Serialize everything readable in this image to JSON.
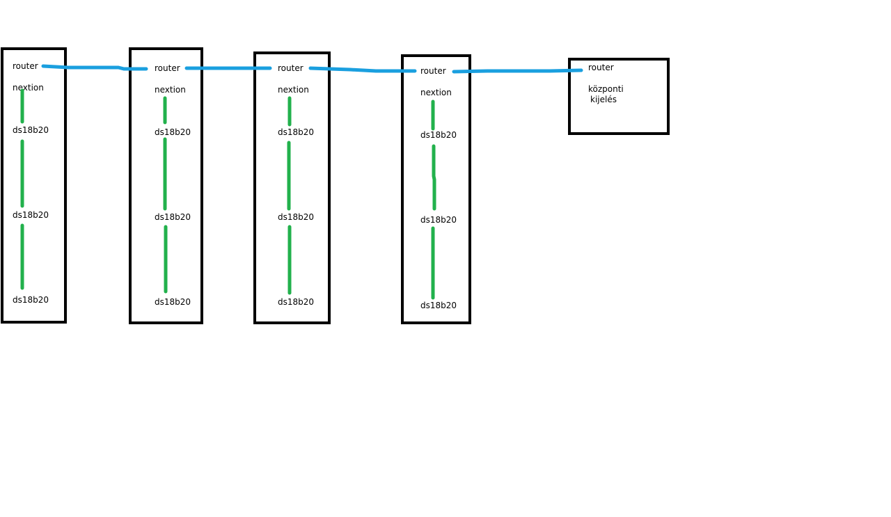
{
  "colors": {
    "wire": "#1a9fdf",
    "sensor_link": "#22b14c",
    "box_border": "#000000",
    "background": "#ffffff"
  },
  "nodes": [
    {
      "router": "router",
      "display": "nextion",
      "sensors": [
        "ds18b20",
        "ds18b20",
        "ds18b20"
      ]
    },
    {
      "router": "router",
      "display": "nextion",
      "sensors": [
        "ds18b20",
        "ds18b20",
        "ds18b20"
      ]
    },
    {
      "router": "router",
      "display": "nextion",
      "sensors": [
        "ds18b20",
        "ds18b20",
        "ds18b20"
      ]
    },
    {
      "router": "router",
      "display": "nextion",
      "sensors": [
        "ds18b20",
        "ds18b20",
        "ds18b20"
      ]
    }
  ],
  "central": {
    "router": "router",
    "line1": "központi",
    "line2": "kijelés"
  }
}
